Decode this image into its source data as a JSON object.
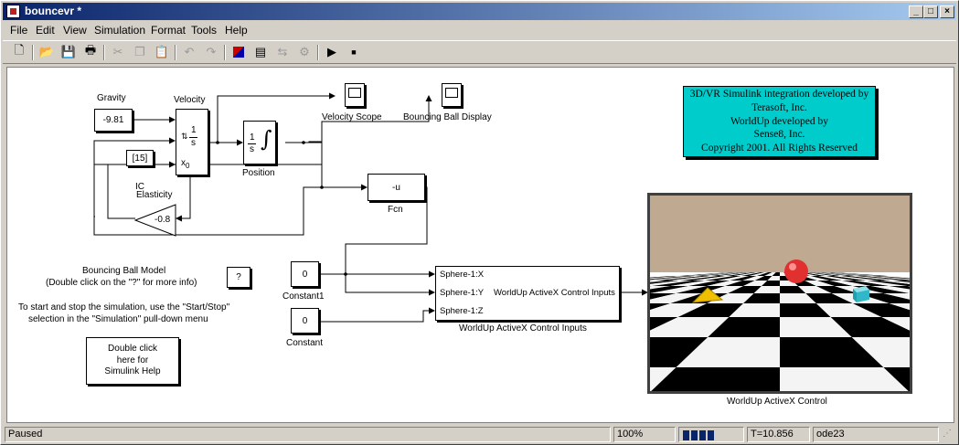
{
  "window": {
    "title": "bouncevr *"
  },
  "menu": [
    "File",
    "Edit",
    "View",
    "Simulation",
    "Format",
    "Tools",
    "Help"
  ],
  "toolbar": [
    "new-file",
    "open-folder",
    "save",
    "print",
    "cut",
    "copy",
    "paste",
    "undo",
    "redo",
    "library-browser",
    "model-explorer",
    "debugger",
    "options",
    "start",
    "stop"
  ],
  "diagram": {
    "gravity_label": "Gravity",
    "gravity_value": "-9.81",
    "velocity_label": "Velocity",
    "integrator_num": "1",
    "integrator_den": "s",
    "ic_port": "x",
    "ic_port_sub": "0",
    "position_label": "Position",
    "ic_value": "[15]",
    "ic_label": "IC",
    "elasticity_label": "Elasticity",
    "elasticity_value": "-0.8",
    "velocity_scope_label": "Velocity Scope",
    "ball_display_label": "Bouncing Ball Display",
    "fcn_value": "-u",
    "fcn_label": "Fcn",
    "constant1_value": "0",
    "constant1_label": "Constant1",
    "constant_value": "0",
    "constant_label": "Constant",
    "inputs_ports": [
      "Sphere-1:X",
      "Sphere-1:Y",
      "Sphere-1:Z"
    ],
    "inputs_inner_label": "WorldUp ActiveX Control Inputs",
    "inputs_label": "WorldUp ActiveX Control Inputs",
    "control_label": "WorldUp ActiveX Control",
    "model_title": "Bouncing Ball Model",
    "model_hint": "(Double click on the \"?\" for more info)",
    "help_button": "?",
    "instructions_line1": "To start and stop the simulation, use the \"Start/Stop\"",
    "instructions_line2": "selection in the \"Simulation\" pull-down menu",
    "help_block_line1": "Double click",
    "help_block_line2": "here for",
    "help_block_line3": "Simulink Help",
    "credits": [
      "3D/VR Simulink integration developed by",
      "Terasoft, Inc.",
      "WorldUp developed by",
      "Sense8, Inc.",
      "Copyright 2001. All Rights Reserved"
    ]
  },
  "status": {
    "state": "Paused",
    "zoom": "100%",
    "progress_blocks": 4,
    "time": "T=10.856",
    "solver": "ode23"
  },
  "colors": {
    "title_start": "#0a246a",
    "title_end": "#a6caf0",
    "credits_bg": "#00cccc",
    "sky": "#bfa990",
    "ball": "#e03030",
    "cone": "#f0c000",
    "cube": "#30b0c0"
  }
}
